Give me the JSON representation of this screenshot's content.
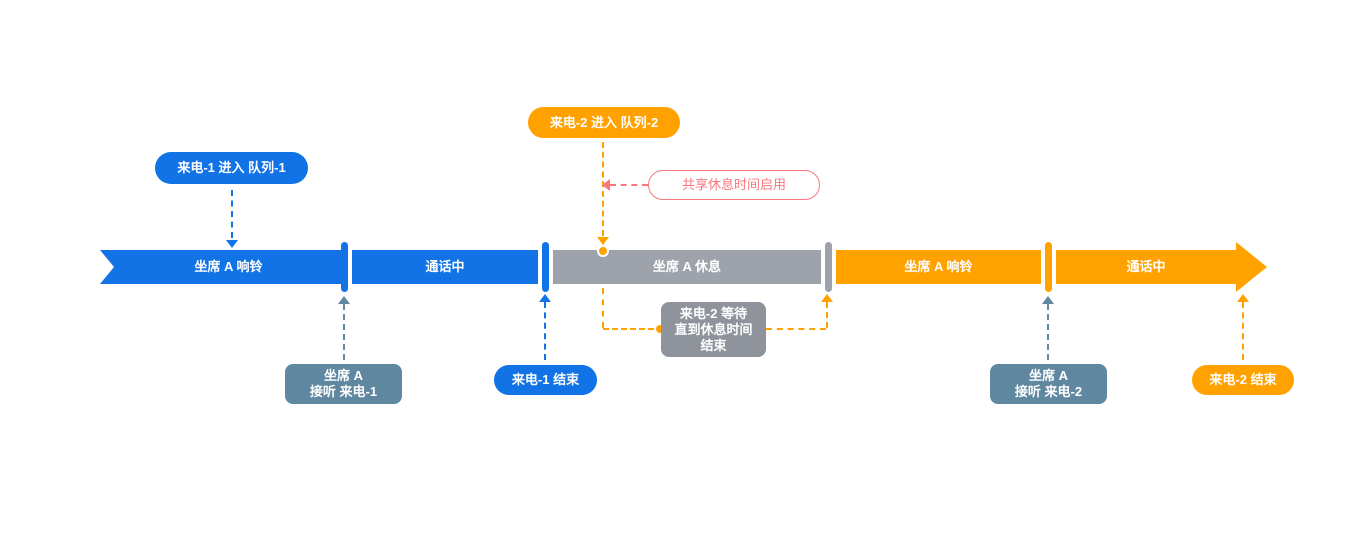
{
  "colors": {
    "blue": "#1273e6",
    "orange": "#ffa200",
    "gray": "#9ea3ab",
    "slate": "#5f87a0",
    "graybox": "#8f949c",
    "pink": "#f8777e"
  },
  "timeline": {
    "segments": [
      {
        "label": "坐席 A 响铃"
      },
      {
        "label": "通话中"
      },
      {
        "label": "坐席 A 休息"
      },
      {
        "label": "坐席 A 响铃"
      },
      {
        "label": "通话中"
      }
    ]
  },
  "callouts": {
    "call1_queue": "来电-1 进入 队列-1",
    "call2_queue": "来电-2 进入 队列-2",
    "shared_break": "共享休息时间启用",
    "agent_answers_call1": "坐席 A\n接听 来电-1",
    "call1_end": "来电-1 结束",
    "call2_wait": "来电-2 等待\n直到休息时间\n结束",
    "agent_answers_call2": "坐席 A\n接听 来电-2",
    "call2_end": "来电-2 结束"
  }
}
